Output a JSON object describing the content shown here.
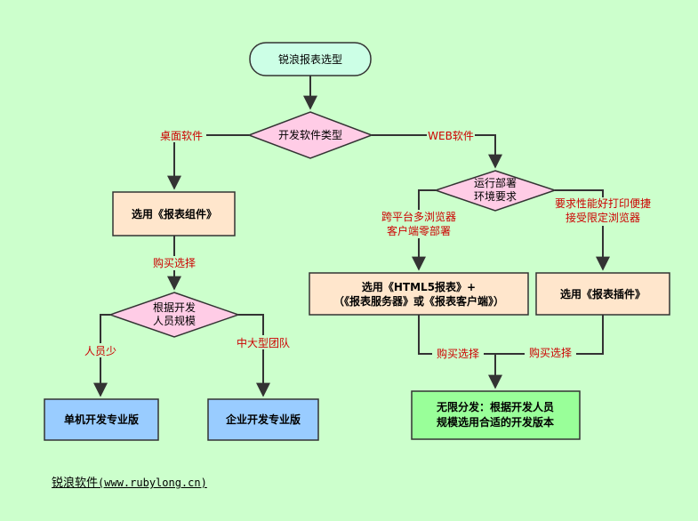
{
  "nodes": {
    "start": "锐浪报表选型",
    "software_type": "开发软件类型",
    "component": "选用《报表组件》",
    "runtime_line1": "运行部署",
    "runtime_line2": "环境要求",
    "team_line1": "根据开发",
    "team_line2": "人员规模",
    "html5_line1": "选用《HTML5报表》+",
    "html5_line2": "（《报表服务器》或《报表客户端》）",
    "plugin": "选用《报表插件》",
    "standalone": "单机开发专业版",
    "enterprise": "企业开发专业版",
    "unlimited_line1": "无限分发：根据开发人员",
    "unlimited_line2": "规模选用合适的开发版本"
  },
  "edges": {
    "desktop": "桌面软件",
    "web": "WEB软件",
    "buy1": "购买选择",
    "few": "人员少",
    "large": "中大型团队",
    "cross1": "跨平台多浏览器",
    "cross2": "客户端零部署",
    "perf1": "要求性能好打印便捷",
    "perf2": "接受限定浏览器",
    "buy2": "购买选择",
    "buy3": "购买选择"
  },
  "footer": {
    "name": "锐浪软件",
    "url": "(www.rubylong.cn)"
  },
  "colors": {
    "background": "#ccffcc",
    "start_fill": "#ccffe6",
    "decision_fill": "#ffcce6",
    "process_fill": "#ffe6cc",
    "edition_fill": "#99ccff",
    "final_fill": "#99ff99",
    "edge_label": "#cc0000"
  }
}
